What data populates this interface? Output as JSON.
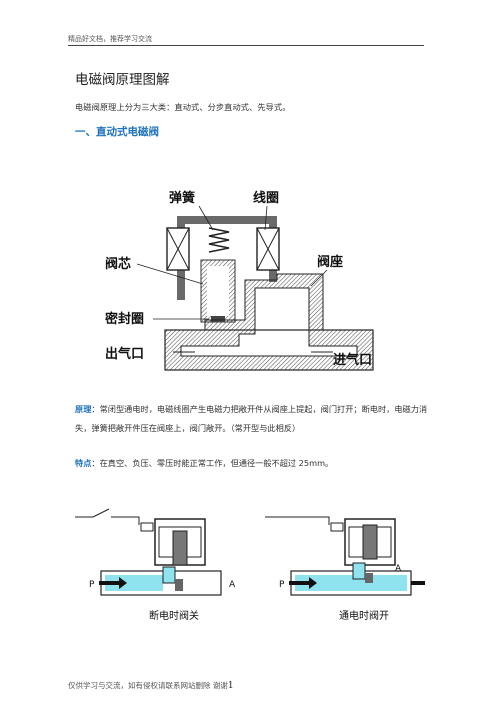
{
  "header": {
    "text": "精品好文档，推荐学习交流"
  },
  "title": "电磁阀原理图解",
  "intro": "电磁阀原理上分为三大类：直动式、分步直动式、先导式。",
  "section1": {
    "heading": "一、直动式电磁阀"
  },
  "diagram1": {
    "labels": {
      "spring": "弹簧",
      "coil": "线圈",
      "core": "阀芯",
      "seat": "阀座",
      "seal": "密封圈",
      "outlet": "出气口",
      "inlet": "进气口"
    }
  },
  "principle": {
    "label": "原理",
    "text": "：常闭型通电时，电磁线圈产生电磁力把敞开件从阀座上提起，阀门打开；断电时，电磁力消失，弹簧把敞开件压在阀座上，阀门敞开。（常开型与此相反）"
  },
  "feature": {
    "label": "特点",
    "text": "：在真空、负压、零压时能正常工作，但通径一般不超过 25mm。"
  },
  "diagram2": {
    "left": {
      "caption": "断电时阀关",
      "port_in": "P",
      "port_out": "A"
    },
    "right": {
      "caption": "通电时阀开",
      "port_in": "P",
      "port_out": "A"
    }
  },
  "footer": {
    "text": "仅供学习与交流，如有侵权请联系网站删除  谢谢",
    "page": "1"
  },
  "colors": {
    "accent": "#1e73be",
    "fluid": "#8fe3ee",
    "metal": "#6f6f6f"
  }
}
